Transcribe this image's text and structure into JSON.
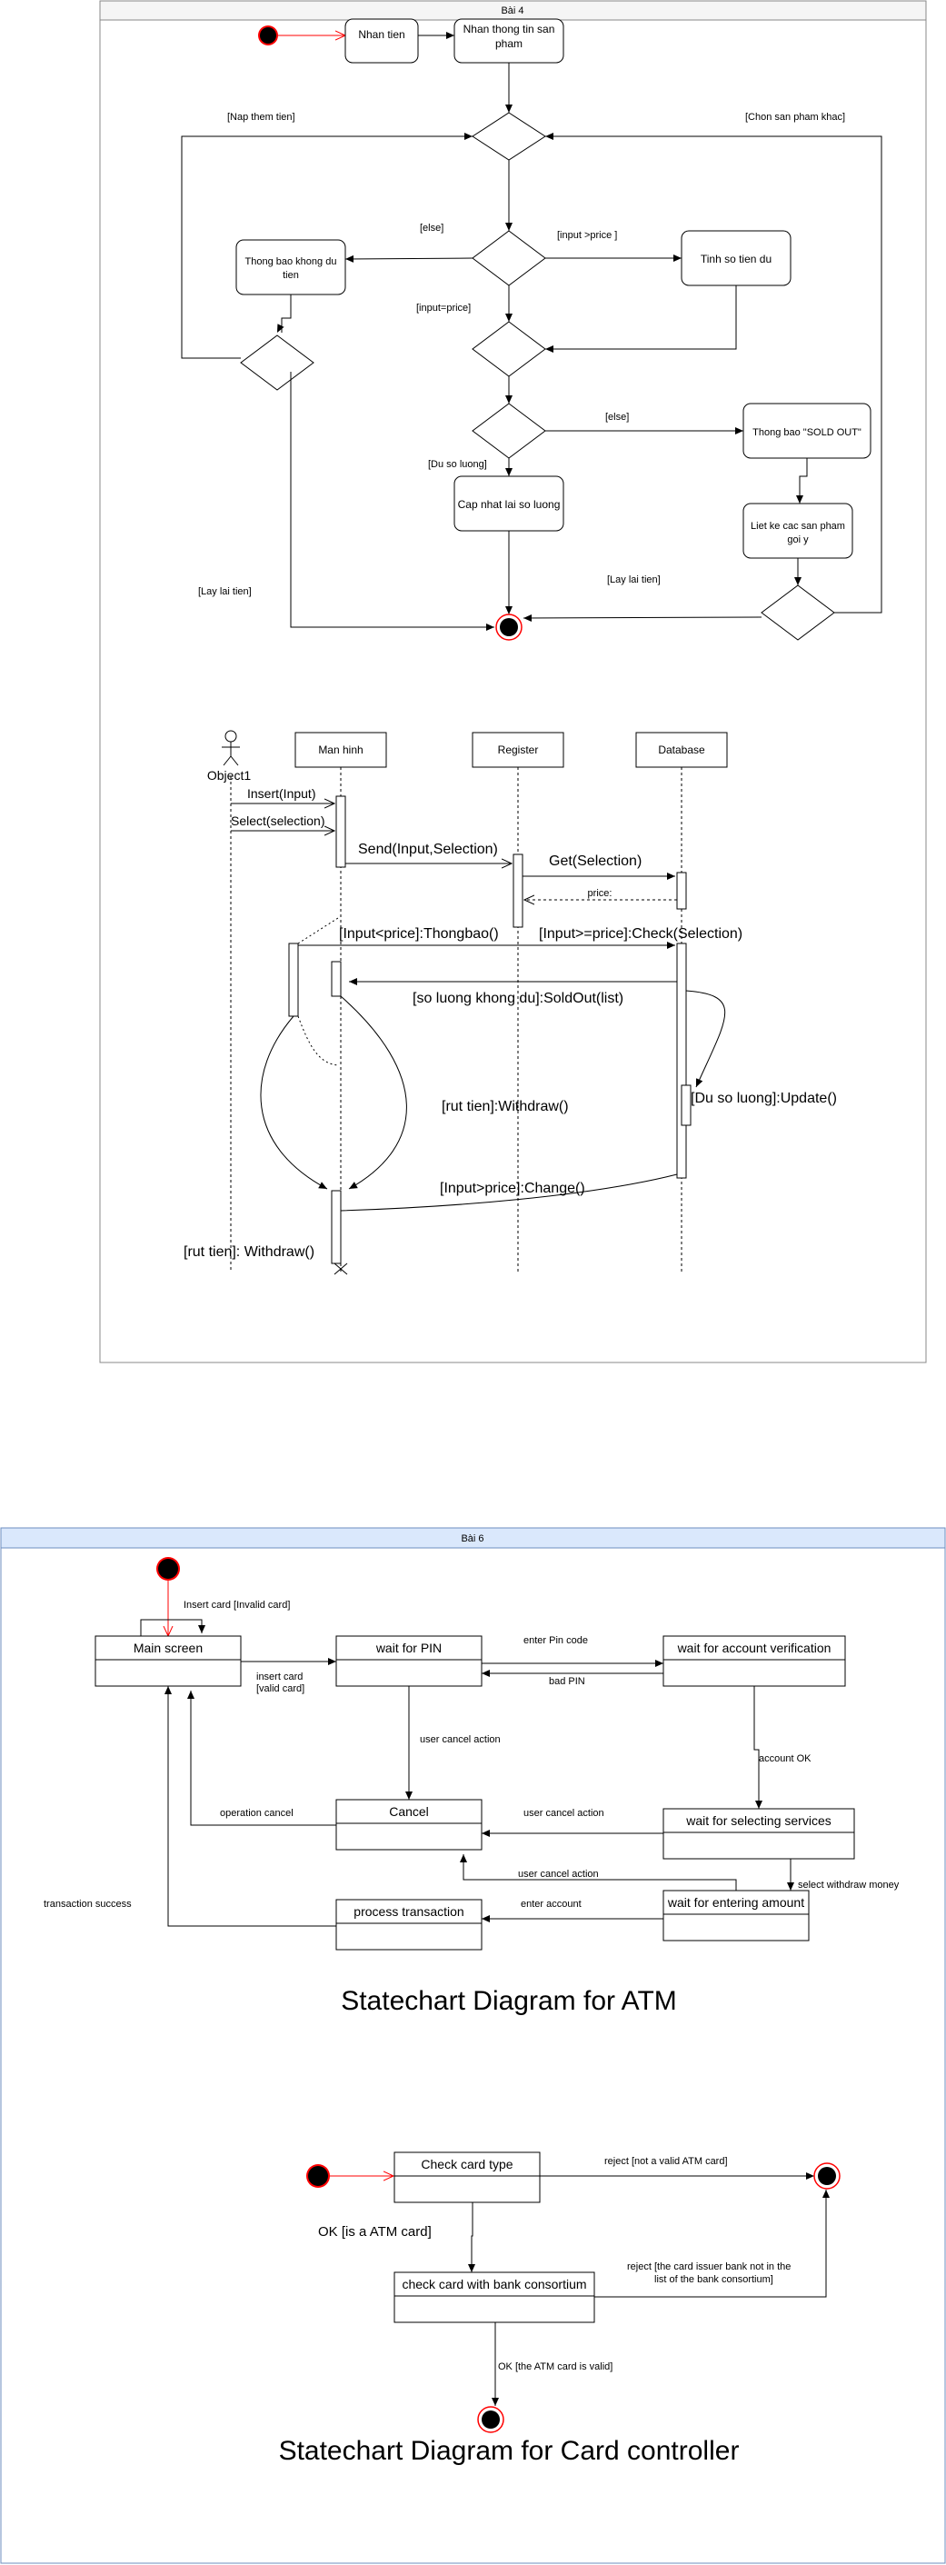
{
  "bai4": {
    "title": "Bài 4",
    "activity": {
      "nodes": {
        "nhan_tien": "Nhan tien",
        "nhan_thong_tin_line1": "Nhan thong tin san",
        "nhan_thong_tin_line2": "pham",
        "thong_bao_khong_du_line1": "Thong bao khong du",
        "thong_bao_khong_du_line2": "tien",
        "tinh_so_tien_du": "Tinh so tien du",
        "thong_bao_sold_out": "Thong bao \"SOLD OUT\"",
        "liet_ke_line1": "Liet ke cac san pham",
        "liet_ke_line2": "goi y",
        "cap_nhat": "Cap nhat lai so luong"
      },
      "guards": {
        "nap_them_tien": "[Nap them tien]",
        "chon_san_pham_khac": "[Chon san pham khac]",
        "else1": "[else]",
        "input_gt_price": "[input >price ]",
        "input_eq_price": "[input=price]",
        "else2": "[else]",
        "du_so_luong": "[Du so luong]",
        "lay_lai_tien_left": "[Lay lai tien]",
        "lay_lai_tien_right": "[Lay lai tien]"
      }
    },
    "sequence": {
      "actor": "Object1",
      "lifelines": {
        "man_hinh": "Man hinh",
        "register": "Register",
        "database": "Database"
      },
      "messages": {
        "insert": "Insert(Input)",
        "select": "Select(selection)",
        "send": "Send(Input,Selection)",
        "get": "Get(Selection)",
        "price": "price:",
        "thongbao": "[Input<price]:Thongbao()",
        "check": "[Input>=price]:Check(Selection)",
        "soldout": "[so luong khong du]:SoldOut(list)",
        "update": "[Du so luong]:Update()",
        "withdraw1": "[rut tien]:Withdraw()",
        "change": "[Input>price]:Change()",
        "withdraw2": "[rut tien]: Withdraw()"
      }
    }
  },
  "bai6": {
    "title": "Bài 6",
    "atm": {
      "title": "Statechart Diagram for ATM",
      "states": {
        "main_screen": "Main screen",
        "wait_pin": "wait for PIN",
        "wait_verification": "wait for account verification",
        "cancel": "Cancel",
        "wait_services": "wait for selecting services",
        "process_transaction": "process transaction",
        "wait_amount": "wait for entering amount"
      },
      "transitions": {
        "insert_invalid": "Insert card [Invalid card]",
        "insert_valid_line1": "insert card",
        "insert_valid_line2": "[valid card]",
        "enter_pin": "enter Pin code",
        "bad_pin": "bad PIN",
        "user_cancel1": "user cancel action",
        "account_ok": "account OK",
        "operation_cancel": "operation cancel",
        "user_cancel2": "user cancel action",
        "user_cancel3": "user cancel action",
        "select_withdraw": "select withdraw money",
        "transaction_success": "transaction success",
        "enter_account": "enter account"
      }
    },
    "card": {
      "title": "Statechart Diagram for Card controller",
      "states": {
        "check_type": "Check card type",
        "check_bank": "check card with bank consortium"
      },
      "transitions": {
        "reject_invalid": "reject [not a valid ATM card]",
        "ok_atm": "OK [is a ATM card]",
        "reject_bank_line1": "reject [the card issuer bank not in the",
        "reject_bank_line2": "list of the bank consortium]",
        "ok_valid": "OK [the ATM card is valid]"
      }
    }
  }
}
